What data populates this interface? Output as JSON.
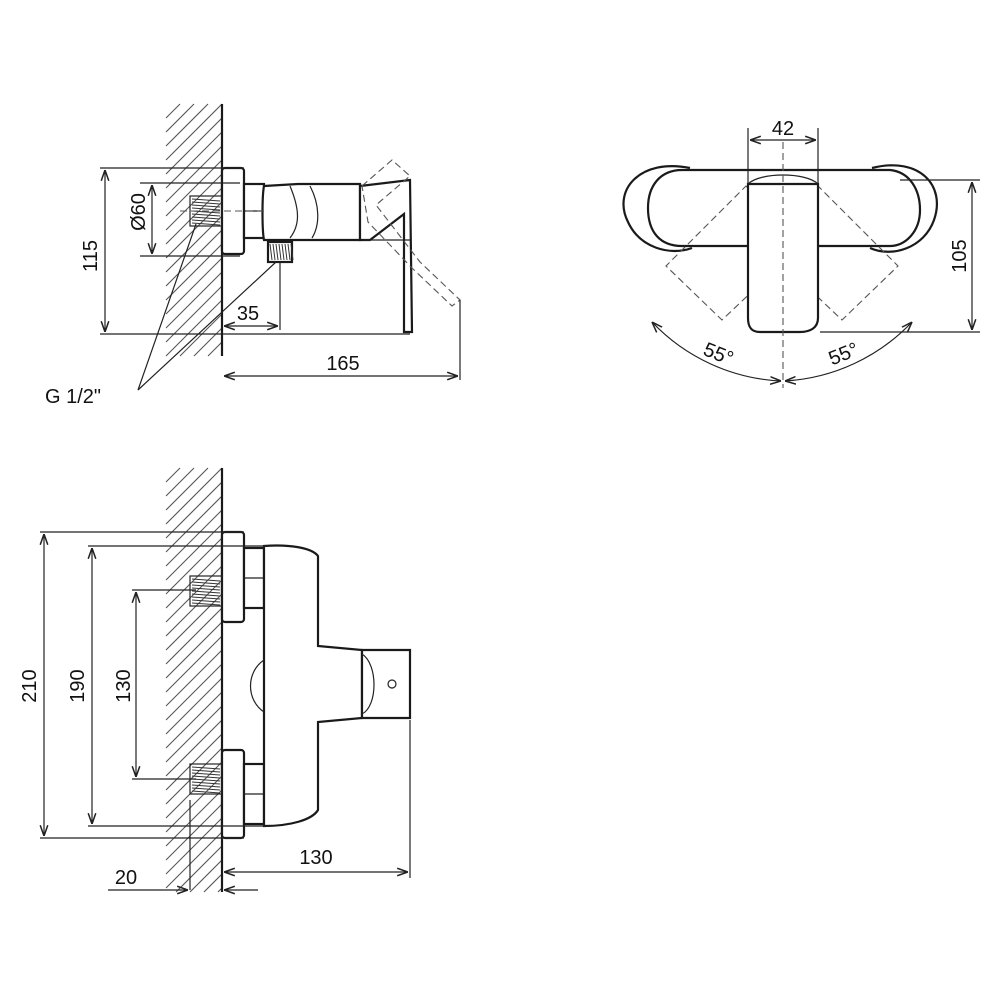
{
  "side_view": {
    "dim_height": "115",
    "dim_diameter": "Ø60",
    "dim_outlet_offset": "35",
    "dim_projection": "165",
    "thread_label": "G 1/2\""
  },
  "top_view": {
    "dim_handle_width": "42",
    "dim_depth": "105",
    "angle_left": "55°",
    "angle_right": "55°"
  },
  "front_view": {
    "dim_total_height": "210",
    "dim_flange_span": "190",
    "dim_inlet_spacing": "130",
    "dim_wall_offset": "20",
    "dim_body_width": "130"
  }
}
